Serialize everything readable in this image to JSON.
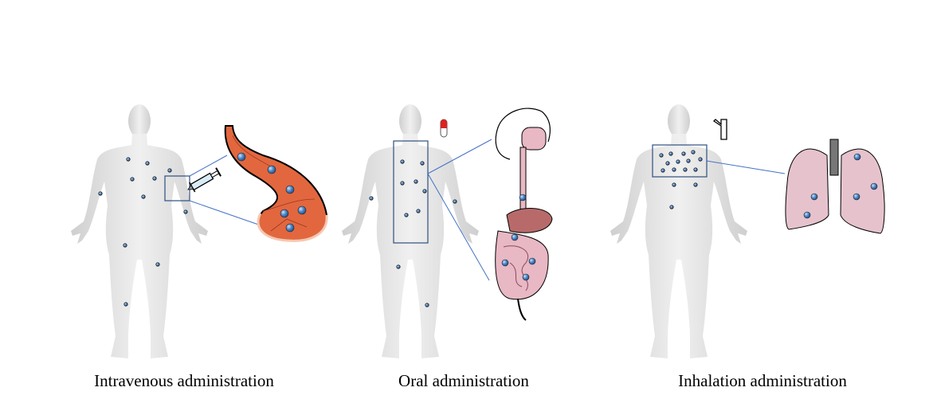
{
  "panels": [
    {
      "label": "Intravenous administration",
      "device_icon": "syringe-icon",
      "organ": "blood-vessel"
    },
    {
      "label": "Oral administration",
      "device_icon": "pill-icon",
      "organ": "digestive-tract"
    },
    {
      "label": "Inhalation administration",
      "device_icon": "inhaler-icon",
      "organ": "lungs"
    }
  ],
  "colors": {
    "callout_line": "#4472c4",
    "box": "#2f4f7f",
    "particle": "#4a86c8",
    "vessel": "#e2673f",
    "gut": "#e8b8c4",
    "lung": "#e6c3cc"
  }
}
